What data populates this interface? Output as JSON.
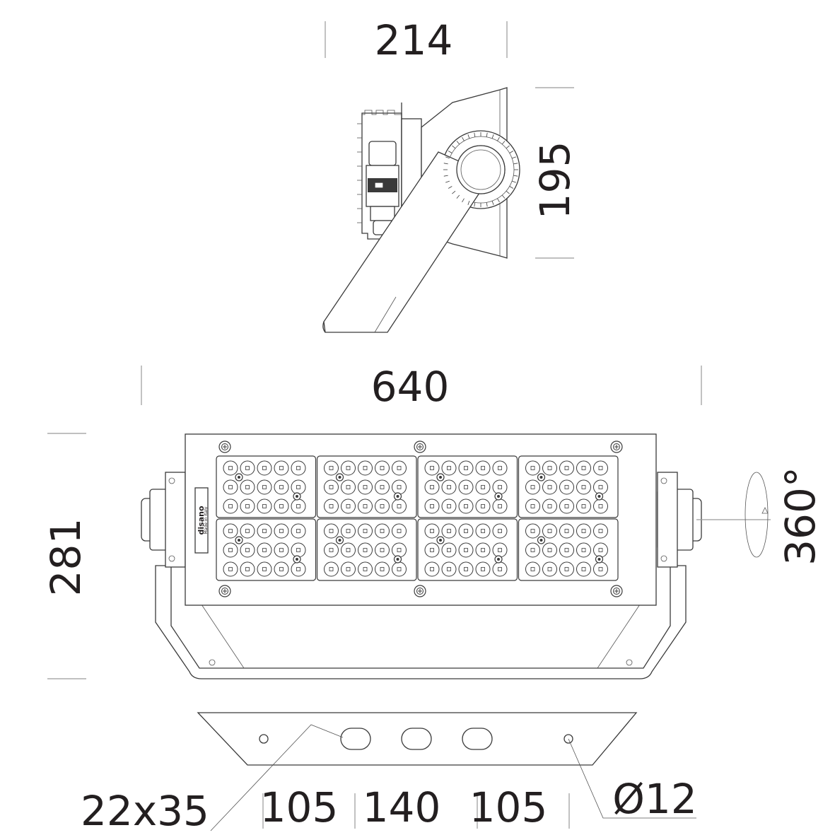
{
  "dimensions": {
    "side_width": "214",
    "side_height": "195",
    "front_width": "640",
    "front_height": "281",
    "rotation": "360°",
    "slot_size": "22x35",
    "spacing_left": "105",
    "spacing_center": "140",
    "spacing_right": "105",
    "hole_diameter": "Ø12"
  },
  "label": {
    "brand": "disano",
    "made_in": "Made in Italy"
  },
  "led_modules": {
    "rows": 2,
    "columns": 4,
    "led_rows_per_module": 3,
    "led_cols_per_module": 5
  },
  "colors": {
    "line": "#3a3a3a",
    "dimension_line": "#9a9a9a",
    "text": "#231f20"
  }
}
